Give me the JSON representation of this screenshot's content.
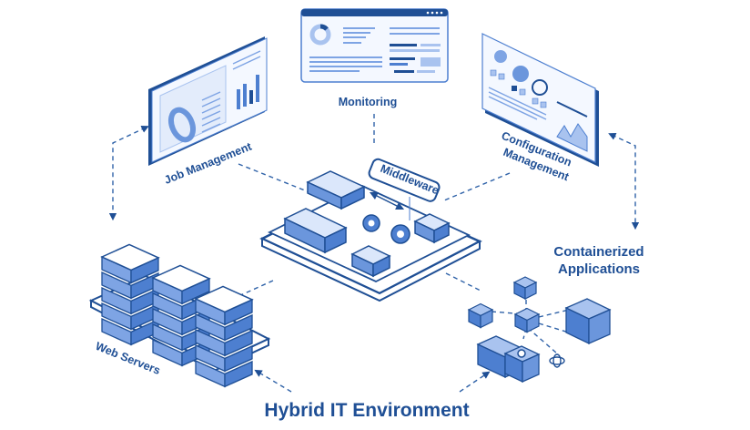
{
  "title": "Hybrid IT Environment",
  "colors": {
    "primary": "#1f4f95",
    "accent": "#4d7fd0",
    "light": "#a9c3ef",
    "pale": "#dbe7fb",
    "background": "#ffffff"
  },
  "nodes": {
    "monitoring": {
      "label": "Monitoring",
      "icon": "dashboard-monitor-icon"
    },
    "job_management": {
      "label": "Job Management",
      "icon": "dashboard-charts-icon"
    },
    "configuration_management": {
      "label_line1": "Configuration",
      "label_line2": "Management",
      "icon": "dashboard-config-icon"
    },
    "middleware": {
      "label": "Middleware",
      "icon": "middleware-platform-icon"
    },
    "web_servers": {
      "label": "Web Servers",
      "icon": "server-stack-icon"
    },
    "containerized_applications": {
      "label_line1": "Containerized",
      "label_line2": "Applications",
      "icon": "container-icon"
    }
  },
  "connections": [
    {
      "from": "job_management",
      "to": "web_servers",
      "style": "dashed",
      "direction": "both"
    },
    {
      "from": "configuration_management",
      "to": "containerized_applications",
      "style": "dashed",
      "direction": "both"
    },
    {
      "from": "monitoring",
      "to": "middleware",
      "style": "dashed"
    },
    {
      "from": "job_management",
      "to": "middleware",
      "style": "dashed"
    },
    {
      "from": "configuration_management",
      "to": "middleware",
      "style": "dashed"
    },
    {
      "from": "middleware",
      "to": "web_servers",
      "style": "dashed"
    },
    {
      "from": "middleware",
      "to": "containerized_applications",
      "style": "dashed"
    },
    {
      "from": "title",
      "to": "web_servers",
      "style": "dashed",
      "direction": "arrow"
    },
    {
      "from": "title",
      "to": "containerized_applications",
      "style": "dashed",
      "direction": "arrow"
    }
  ]
}
